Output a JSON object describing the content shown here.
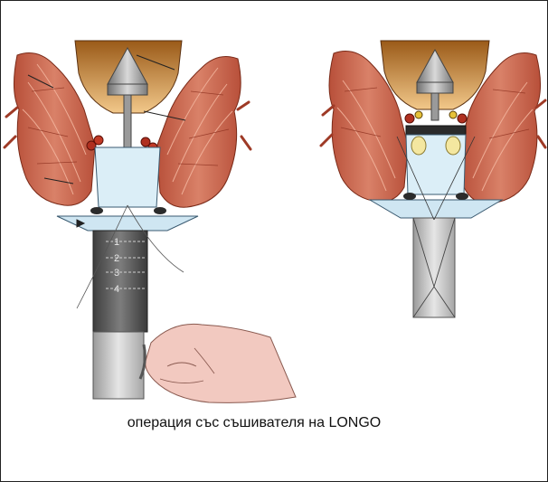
{
  "caption": "операция със съшивателя на LONGO",
  "scale_marks": [
    "1",
    "2",
    "3",
    "4"
  ],
  "colors": {
    "muscle": "#c9674e",
    "muscle_dark": "#8c2f1e",
    "muscle_light": "#e8a48c",
    "vessel": "#9e3a26",
    "rectum_top": "#9a5a18",
    "rectum_bottom": "#f2c88a",
    "device_light": "#dbeef7",
    "metal_dark": "#6f6f6f",
    "metal_light": "#d9d9d9",
    "skin": "#f2c9c0"
  }
}
